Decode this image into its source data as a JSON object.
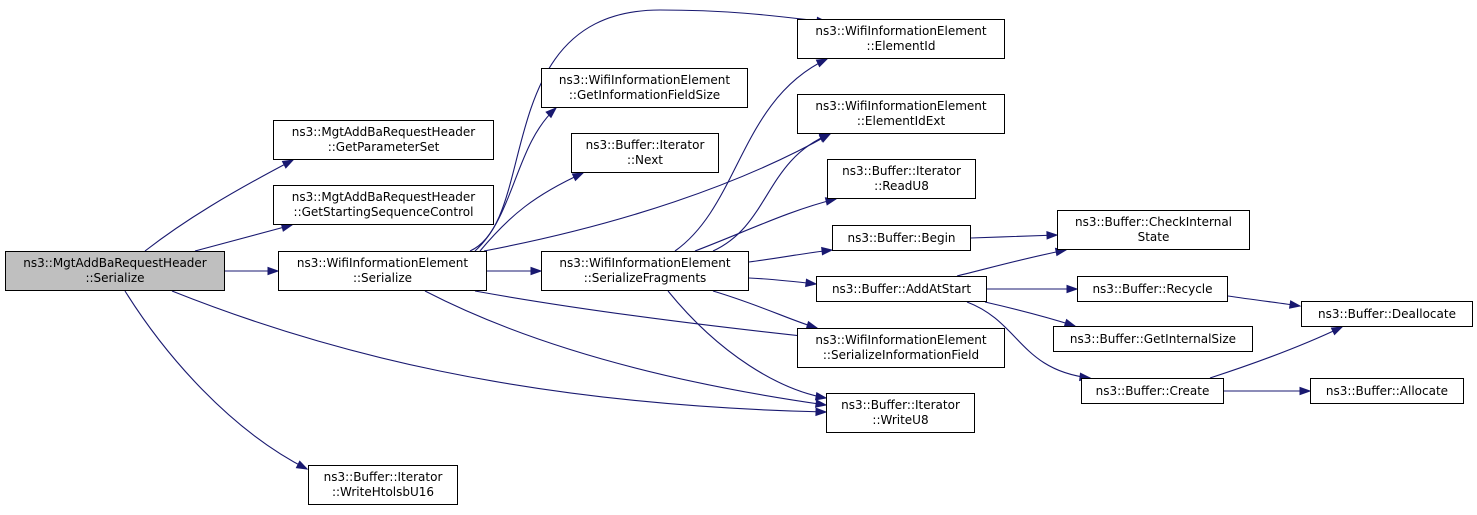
{
  "graph": {
    "title": "Call graph of ns3::MgtAddBaRequestHeader::Serialize",
    "edge_color": "#191970",
    "root_fill": "#bfbfbf",
    "node_fill": "#ffffff",
    "nodes": [
      {
        "id": "n0",
        "lines": [
          "ns3::MgtAddBaRequestHeader",
          "::Serialize"
        ],
        "root": true
      },
      {
        "id": "n1",
        "lines": [
          "ns3::MgtAddBaRequestHeader",
          "::GetParameterSet"
        ]
      },
      {
        "id": "n2",
        "lines": [
          "ns3::MgtAddBaRequestHeader",
          "::GetStartingSequenceControl"
        ]
      },
      {
        "id": "n3",
        "lines": [
          "ns3::WifiInformationElement",
          "::Serialize"
        ]
      },
      {
        "id": "n4",
        "lines": [
          "ns3::Buffer::Iterator",
          "::WriteU8"
        ]
      },
      {
        "id": "n5",
        "lines": [
          "ns3::Buffer::Iterator",
          "::WriteHtolsbU16"
        ]
      },
      {
        "id": "n6",
        "lines": [
          "ns3::WifiInformationElement",
          "::ElementId"
        ]
      },
      {
        "id": "n7",
        "lines": [
          "ns3::WifiInformationElement",
          "::GetInformationFieldSize"
        ]
      },
      {
        "id": "n8",
        "lines": [
          "ns3::Buffer::Iterator",
          "::Next"
        ]
      },
      {
        "id": "n9",
        "lines": [
          "ns3::WifiInformationElement",
          "::ElementIdExt"
        ]
      },
      {
        "id": "n10",
        "lines": [
          "ns3::WifiInformationElement",
          "::SerializeFragments"
        ]
      },
      {
        "id": "n11",
        "lines": [
          "ns3::WifiInformationElement",
          "::SerializeInformationField"
        ]
      },
      {
        "id": "n12",
        "lines": [
          "ns3::Buffer::Iterator",
          "::ReadU8"
        ]
      },
      {
        "id": "n13",
        "lines": [
          "ns3::Buffer::Begin"
        ]
      },
      {
        "id": "n14",
        "lines": [
          "ns3::Buffer::AddAtStart"
        ]
      },
      {
        "id": "n15",
        "lines": [
          "ns3::Buffer::CheckInternal",
          "State"
        ]
      },
      {
        "id": "n16",
        "lines": [
          "ns3::Buffer::Recycle"
        ]
      },
      {
        "id": "n17",
        "lines": [
          "ns3::Buffer::GetInternalSize"
        ]
      },
      {
        "id": "n18",
        "lines": [
          "ns3::Buffer::Create"
        ]
      },
      {
        "id": "n19",
        "lines": [
          "ns3::Buffer::Deallocate"
        ]
      },
      {
        "id": "n20",
        "lines": [
          "ns3::Buffer::Allocate"
        ]
      }
    ],
    "edges": [
      {
        "from": "n0",
        "to": "n1"
      },
      {
        "from": "n0",
        "to": "n2"
      },
      {
        "from": "n0",
        "to": "n3"
      },
      {
        "from": "n0",
        "to": "n4"
      },
      {
        "from": "n0",
        "to": "n5"
      },
      {
        "from": "n3",
        "to": "n6"
      },
      {
        "from": "n3",
        "to": "n7"
      },
      {
        "from": "n3",
        "to": "n8"
      },
      {
        "from": "n3",
        "to": "n9"
      },
      {
        "from": "n3",
        "to": "n10"
      },
      {
        "from": "n3",
        "to": "n11"
      },
      {
        "from": "n3",
        "to": "n4"
      },
      {
        "from": "n10",
        "to": "n6"
      },
      {
        "from": "n10",
        "to": "n9"
      },
      {
        "from": "n10",
        "to": "n12"
      },
      {
        "from": "n10",
        "to": "n13"
      },
      {
        "from": "n10",
        "to": "n14"
      },
      {
        "from": "n10",
        "to": "n11"
      },
      {
        "from": "n10",
        "to": "n4"
      },
      {
        "from": "n13",
        "to": "n15"
      },
      {
        "from": "n14",
        "to": "n15"
      },
      {
        "from": "n14",
        "to": "n16"
      },
      {
        "from": "n14",
        "to": "n17"
      },
      {
        "from": "n14",
        "to": "n18"
      },
      {
        "from": "n16",
        "to": "n19"
      },
      {
        "from": "n18",
        "to": "n19"
      },
      {
        "from": "n18",
        "to": "n20"
      }
    ]
  }
}
